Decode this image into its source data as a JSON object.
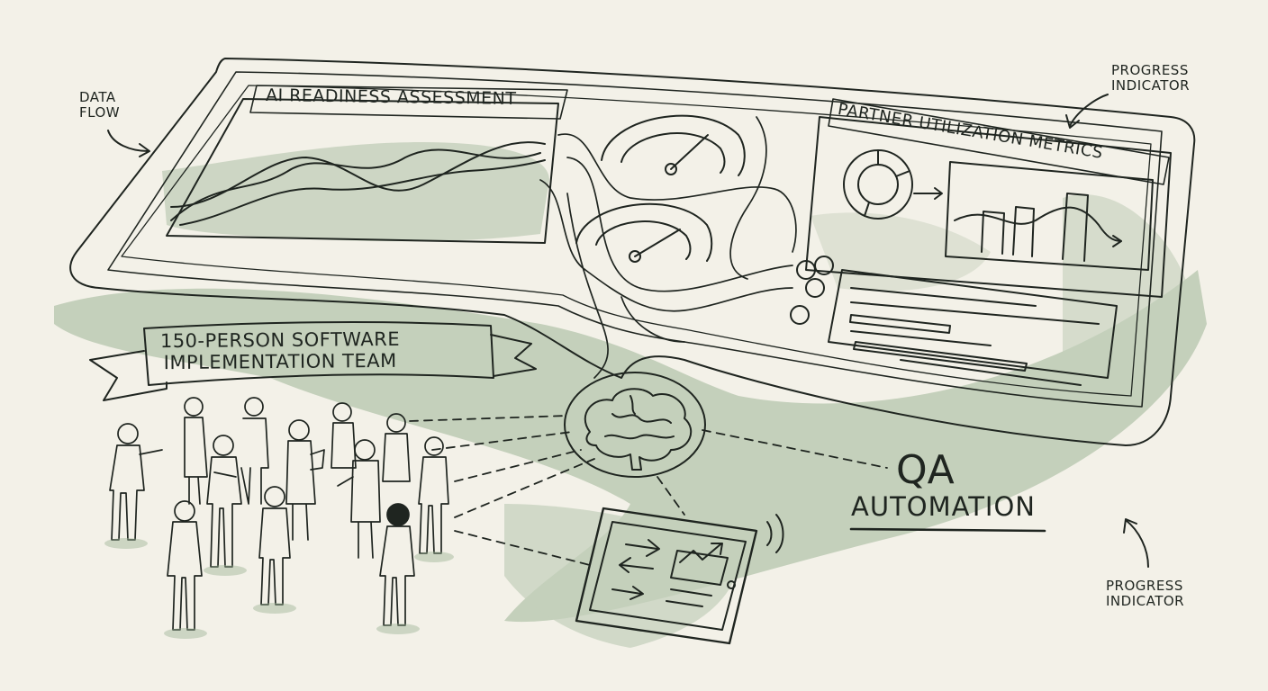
{
  "annotations": {
    "data_flow": "DATA\nFLOW",
    "progress_top": "PROGRESS\nINDICATOR",
    "progress_bottom": "PROGRESS\nINDICATOR"
  },
  "panels": {
    "ai_readiness_title": "AI READINESS ASSESSMENT",
    "partner_title": "PARTNER UTILIZATION METRICS"
  },
  "team_banner": "150-PERSON SOFTWARE\nIMPLEMENTATION TEAM",
  "qa": {
    "line1": "QA",
    "line2": "AUTOMATION"
  },
  "colors": {
    "paper": "#f3f1e8",
    "ink": "#1f2520",
    "wash": "#8fa887"
  }
}
